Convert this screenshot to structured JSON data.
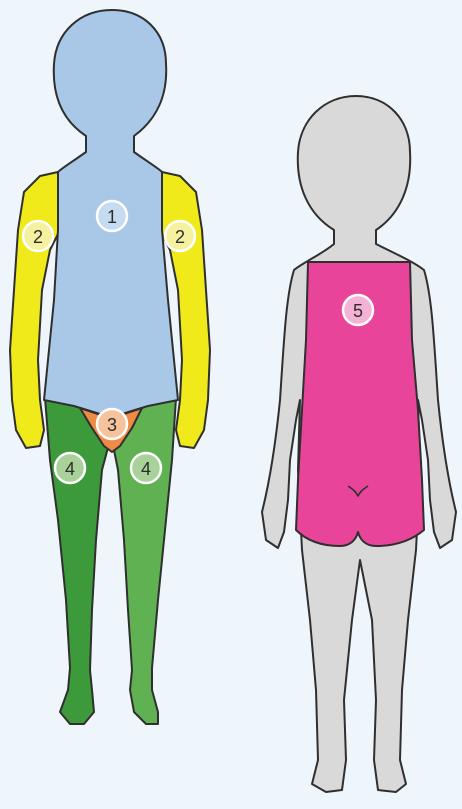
{
  "colors": {
    "background": "#eef5fb",
    "outline": "#2f2f2f",
    "zone1_head_trunk": "#a9c8e8",
    "zone2_arms": "#f1ea1b",
    "zone3_groin": "#ee8b45",
    "zone4_legs_dark": "#3d9a3a",
    "zone4_legs_light": "#5fb151",
    "zone5_back": "#e8459a",
    "back_body_gray": "#d9d9d9",
    "badge_text": "#2d2d2d"
  },
  "figures": {
    "front": {
      "zones": [
        {
          "label": "1",
          "region": "head-and-trunk",
          "color": "#a9c8e8",
          "badge_fill": "#c6dbf0"
        },
        {
          "label": "2",
          "region": "right-arm",
          "color": "#f1ea1b",
          "badge_fill": "#f6f19e"
        },
        {
          "label": "2",
          "region": "left-arm",
          "color": "#f1ea1b",
          "badge_fill": "#f6f19e"
        },
        {
          "label": "3",
          "region": "groin",
          "color": "#ee8b45",
          "badge_fill": "#f6c39c"
        },
        {
          "label": "4",
          "region": "right-leg",
          "color": "#3d9a3a",
          "badge_fill": "#a9d29a"
        },
        {
          "label": "4",
          "region": "left-leg",
          "color": "#5fb151",
          "badge_fill": "#a9d29a"
        }
      ]
    },
    "back": {
      "zones": [
        {
          "label": "5",
          "region": "back-torso-and-buttocks",
          "color": "#e8459a",
          "badge_fill": "#f4b3d6"
        }
      ]
    }
  }
}
